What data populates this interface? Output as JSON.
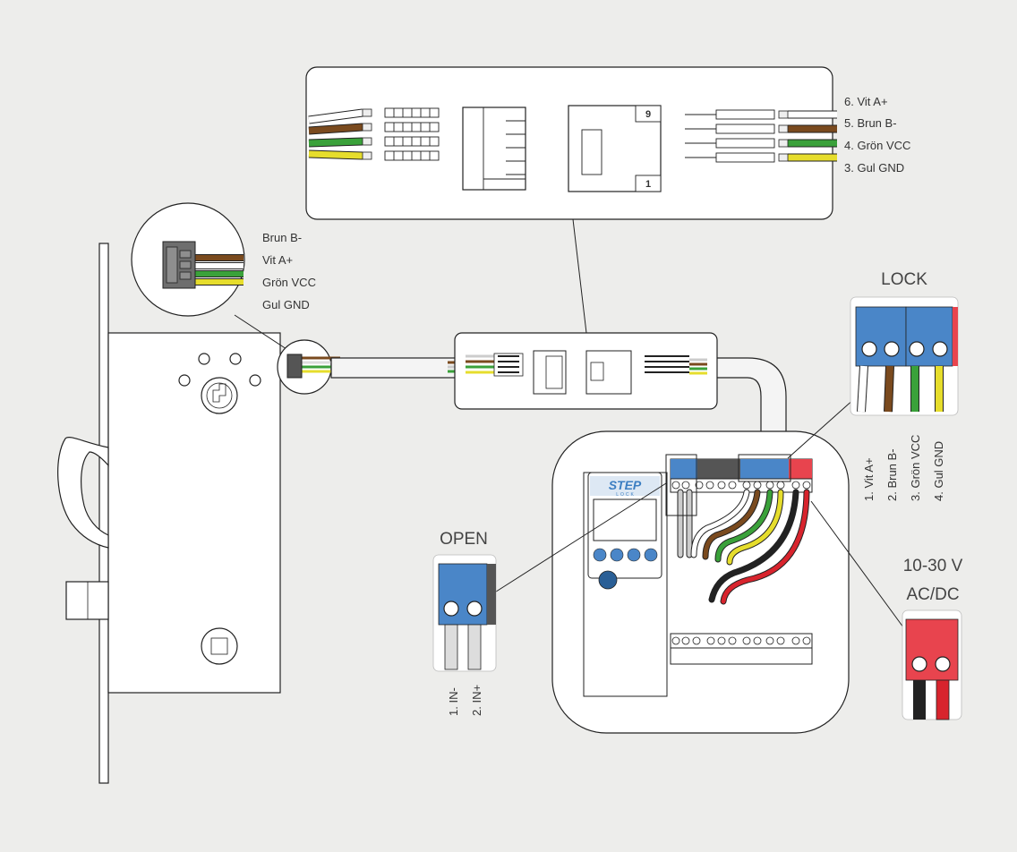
{
  "colors": {
    "background": "#ededeb",
    "white_wire": "#ffffff",
    "brown_wire": "#7a4a1e",
    "green_wire": "#3aa13a",
    "yellow_wire": "#e6dd2c",
    "black_wire": "#222222",
    "red_wire": "#d8242d",
    "terminal_blue": "#4a86c8",
    "terminal_red": "#e8444e",
    "terminal_gray": "#555555"
  },
  "top_detail": {
    "pin_labels": [
      "6. Vit A+",
      "5. Brun B-",
      "4. Grön VCC",
      "3. Gul GND"
    ],
    "connector_numbers": [
      "9",
      "1"
    ]
  },
  "lock_connector": {
    "labels": [
      "Brun B-",
      "Vit A+",
      "Grön VCC",
      "Gul GND"
    ]
  },
  "lock_terminal": {
    "title": "LOCK",
    "labels": [
      "1. Vit A+",
      "2. Brun B-",
      "3. Grön VCC",
      "4. Gul GND"
    ]
  },
  "open_terminal": {
    "title": "OPEN",
    "labels": [
      "1. IN-",
      "2. IN+"
    ]
  },
  "power_terminal": {
    "title_line1": "10-30 V",
    "title_line2": "AC/DC"
  },
  "controller": {
    "logo": "STEP",
    "logo_sub": "LOCK"
  }
}
